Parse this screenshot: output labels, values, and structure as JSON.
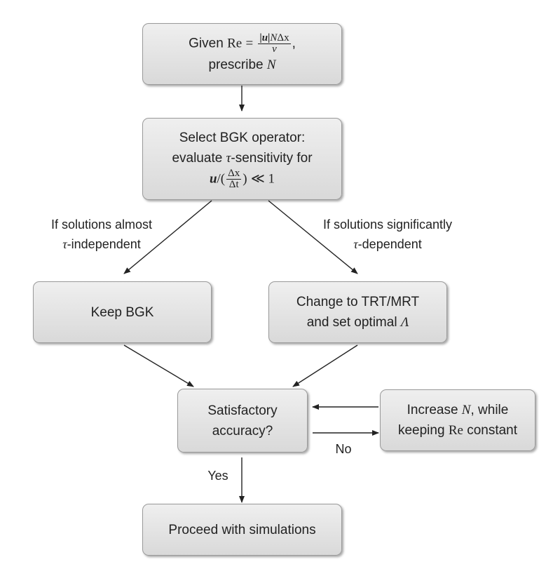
{
  "nodes": {
    "given": {
      "prefix": "Given",
      "re": "Re",
      "eq": "=",
      "num_u": "|u|",
      "num_n": "N",
      "num_dx": "Δx",
      "den_nu": "ν",
      "comma": ",",
      "line2_prefix": "prescribe",
      "line2_var": "N"
    },
    "select": {
      "line1": "Select BGK operator:",
      "line2_prefix": "evaluate",
      "tau": "τ",
      "line2_suffix": "-sensitivity for",
      "u": "u",
      "slash": "/(",
      "frac_num": "Δx",
      "frac_den": "Δt",
      "close": ")",
      "rel": "≪ 1"
    },
    "keep": {
      "label": "Keep BGK"
    },
    "change": {
      "line1": "Change to TRT/MRT",
      "line2_prefix": "and set optimal",
      "lambda": "Λ"
    },
    "accuracy": {
      "line1": "Satisfactory",
      "line2": "accuracy?"
    },
    "increase": {
      "line1_prefix": "Increase",
      "n": "N",
      "line1_suffix": ", while",
      "line2_prefix": "keeping",
      "re": "Re",
      "line2_suffix": "constant"
    },
    "proceed": {
      "label": "Proceed with simulations"
    }
  },
  "edge_labels": {
    "left_line1": "If solutions almost",
    "left_tau": "τ",
    "left_line2_suffix": "-independent",
    "right_line1": "If solutions significantly",
    "right_tau": "τ",
    "right_line2_suffix": "-dependent",
    "no": "No",
    "yes": "Yes"
  }
}
